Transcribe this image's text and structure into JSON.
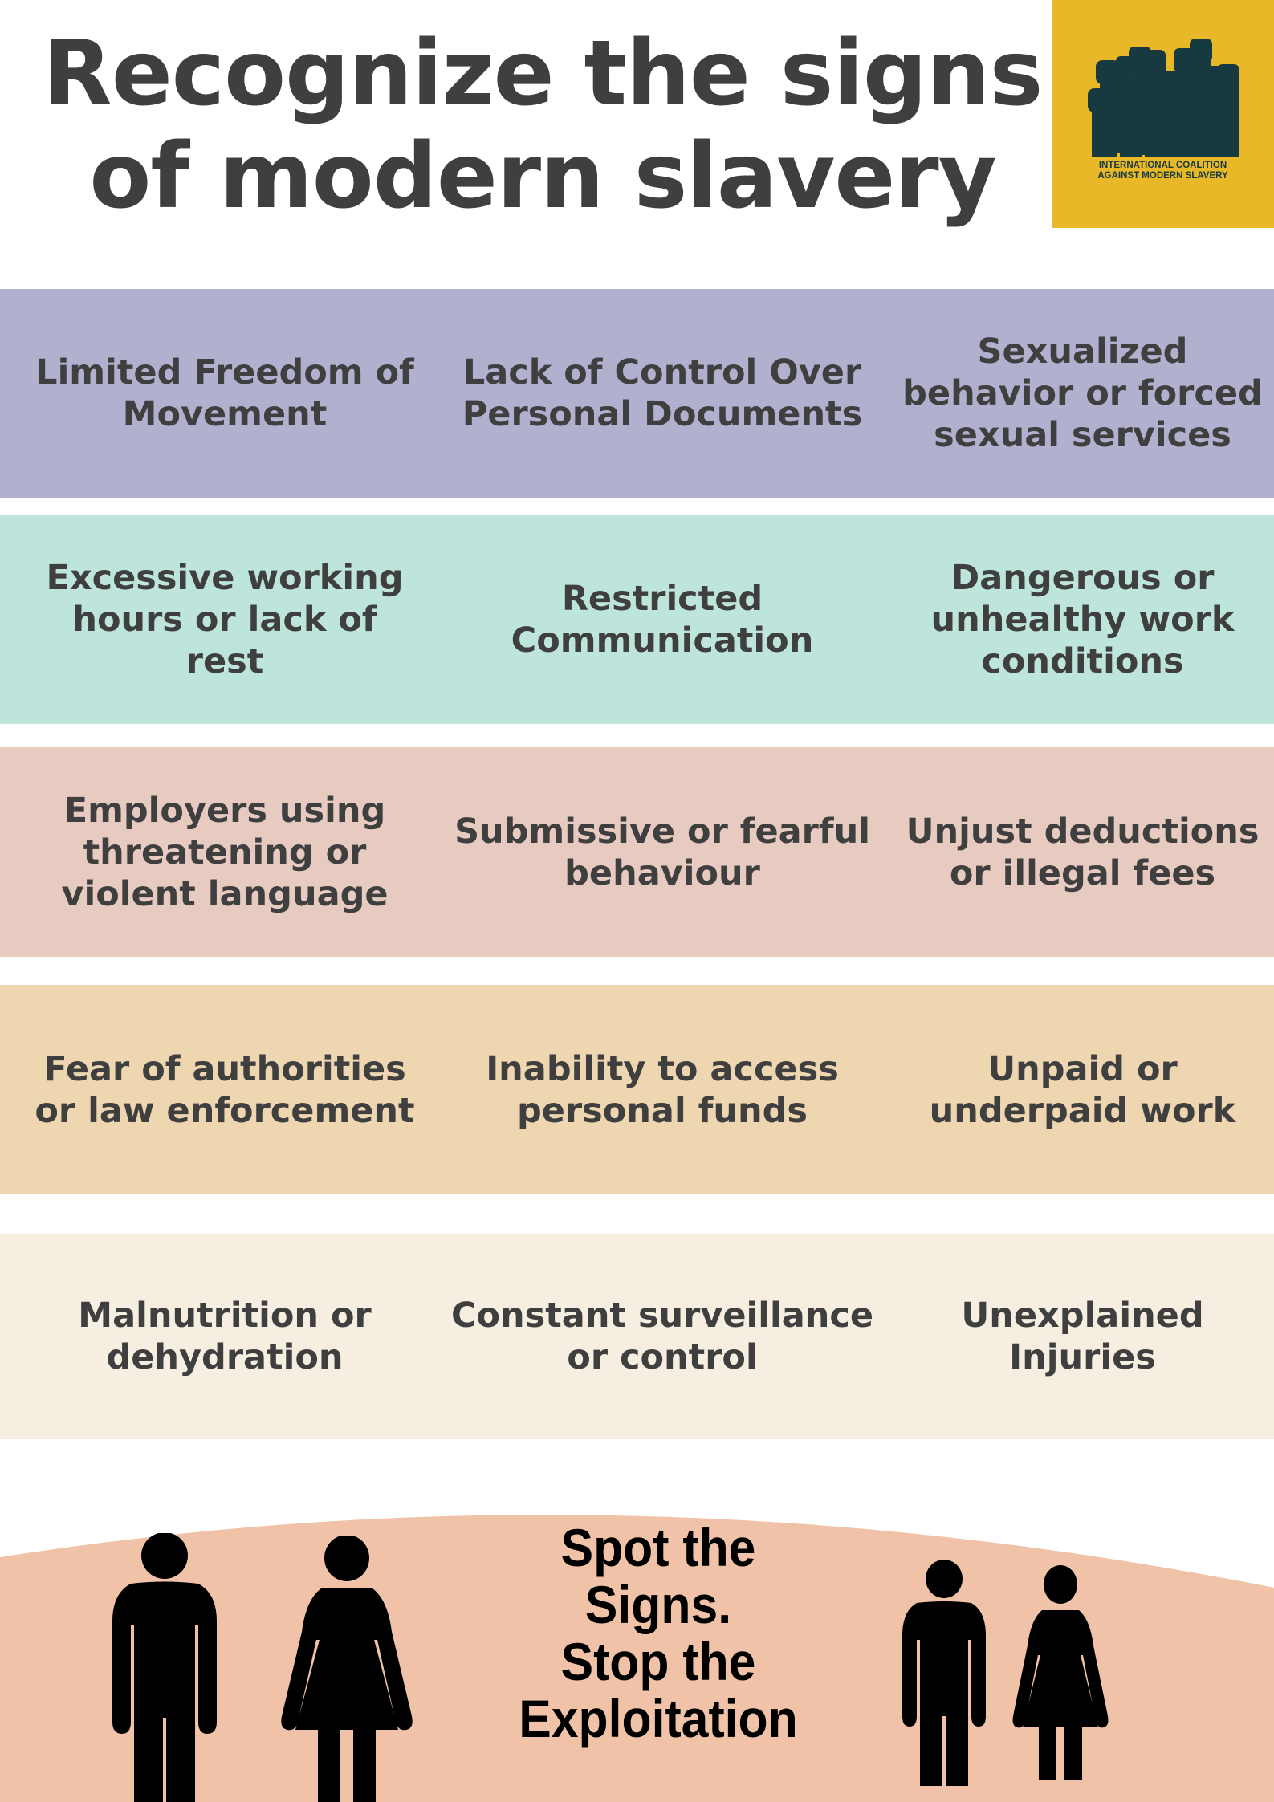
{
  "title": {
    "line1": "Recognize the signs",
    "line2": "of modern slavery"
  },
  "logo": {
    "line1": "INTERNATIONAL COALITION",
    "line2": "AGAINST MODERN SLAVERY",
    "color": "#e9b828"
  },
  "rows": [
    {
      "color": "#b1b0cf",
      "cells": [
        "Limited Freedom of Movement",
        "Lack of Control Over Personal Documents",
        "Sexualized behavior or forced sexual services"
      ]
    },
    {
      "color": "#bde5dc",
      "cells": [
        "Excessive working hours or lack of rest",
        "Restricted Communication",
        "Dangerous or unhealthy work conditions"
      ]
    },
    {
      "color": "#e8cbc0",
      "cells": [
        "Employers using threatening or violent language",
        "Submissive or fearful behaviour",
        "Unjust deductions or illegal fees"
      ]
    },
    {
      "color": "#eed6b1",
      "cells": [
        "Fear of authorities or law enforcement",
        "Inability to access personal funds",
        "Unpaid or underpaid work"
      ]
    },
    {
      "color": "#f6eee0",
      "cells": [
        "Malnutrition or dehydration",
        "Constant surveillance or control",
        "Unexplained Injuries"
      ]
    }
  ],
  "slogan": {
    "line1": "Spot the",
    "line2": "Signs.",
    "line3": "Stop the",
    "line4": "Exploitation"
  },
  "bottom_color": "#f0c3a8"
}
